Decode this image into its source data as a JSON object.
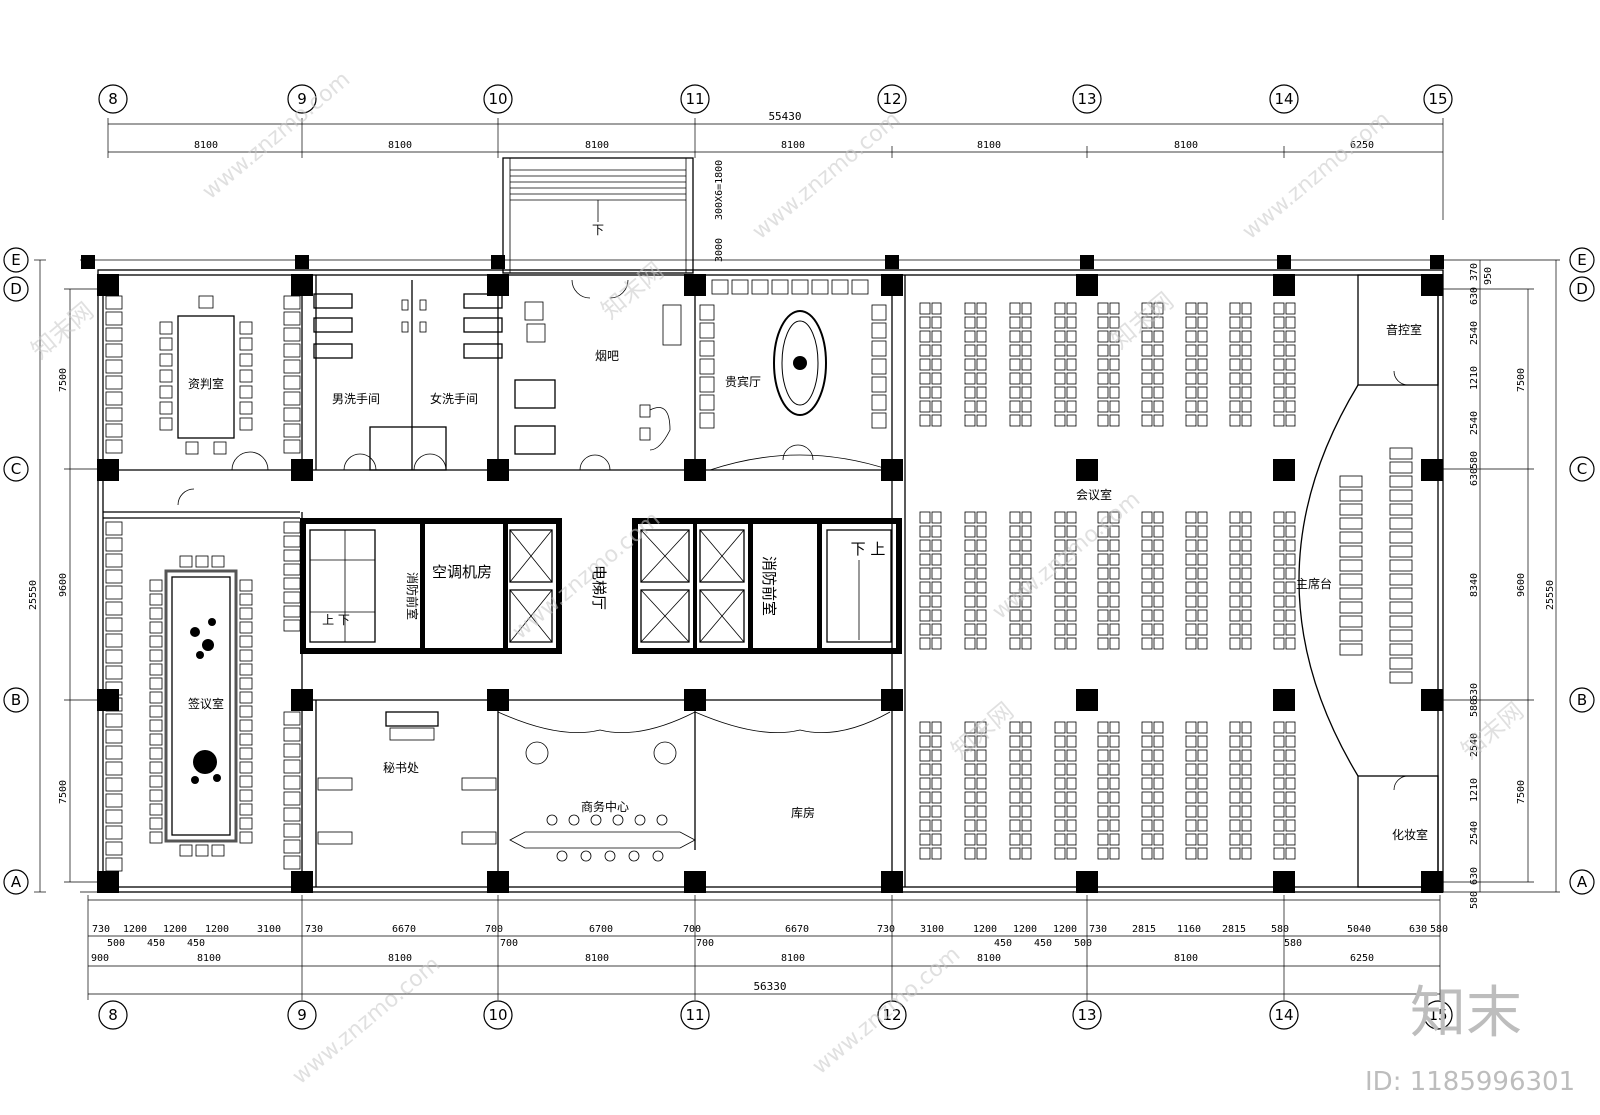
{
  "axes": {
    "numbers": [
      "8",
      "9",
      "10",
      "11",
      "12",
      "13",
      "14",
      "15"
    ],
    "letters": [
      "E",
      "D",
      "C",
      "B",
      "A"
    ]
  },
  "dimensions": {
    "top_total": "55430",
    "top_spans": [
      "8100",
      "8100",
      "8100",
      "8100",
      "8100",
      "8100",
      "6250"
    ],
    "stair_note": "300X6=1800",
    "stair_len": "3000",
    "bottom_detail": [
      "730",
      "1200",
      "1200",
      "1200",
      "3100",
      "730",
      "6670",
      "700",
      "6700",
      "700",
      "6670",
      "730",
      "3100",
      "1200",
      "1200",
      "1200",
      "730",
      "2815",
      "1160",
      "2815",
      "580",
      "5040",
      "630",
      "580"
    ],
    "bottom_detail2": [
      "500",
      "450",
      "450",
      "700",
      "700",
      "450",
      "450",
      "500",
      "580"
    ],
    "bottom_spans": [
      "900",
      "8100",
      "8100",
      "8100",
      "8100",
      "8100",
      "8100",
      "6250"
    ],
    "bottom_total": "56330",
    "left_total": "25550",
    "left_spans": [
      "7500",
      "9600",
      "7500"
    ],
    "right_total": "25550",
    "right_spans": [
      "7500",
      "9600",
      "7500"
    ],
    "right_detail": [
      "370",
      "950",
      "630",
      "2540",
      "1210",
      "2540",
      "580",
      "630",
      "8340",
      "630",
      "580",
      "2540",
      "1210",
      "2540",
      "630",
      "580"
    ]
  },
  "rooms": {
    "zipan": "资判室",
    "nan_wc": "男洗手间",
    "nv_wc": "女洗手间",
    "yanba": "烟吧",
    "guibin": "贵宾厅",
    "huiyi": "会议室",
    "yinkong": "音控室",
    "zhuxi": "主席台",
    "huazhuang": "化妆室",
    "qianyi": "签议室",
    "xiaofang_jian": "消防前室",
    "kongtiao": "空调机房",
    "dianti": "电梯厅",
    "xiaofang_qian": "消防前室",
    "mishu": "秘书处",
    "shangwu": "商务中心",
    "kufang": "库房",
    "down": "下",
    "down_up": "下 上",
    "up_down": "上  下"
  },
  "watermark": {
    "site": "www.znzmo.com",
    "brand_cn": "知末网",
    "logo_text": "知末",
    "id_text": "ID: 1185996301"
  }
}
